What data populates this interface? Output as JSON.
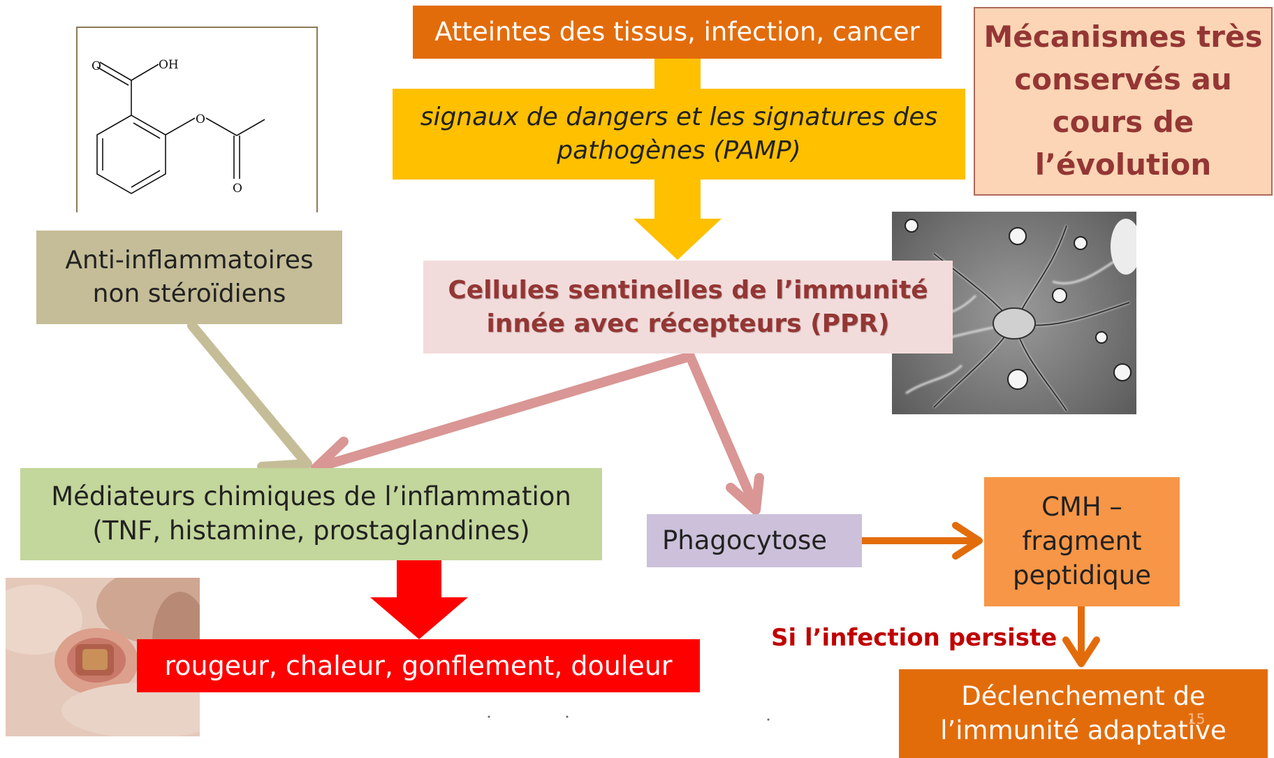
{
  "boxes": {
    "top_cause": "Atteintes des tissus, infection, cancer",
    "danger_line1": "signaux de dangers et les signatures des",
    "danger_line2": "pathogènes (PAMP)",
    "conserved_line1": "Mécanismes très",
    "conserved_line2": "conservés au",
    "conserved_line3": "cours de",
    "conserved_line4": "l’évolution",
    "ains_line1": "Anti-inflammatoires",
    "ains_line2": "non stéroïdiens",
    "sentinel_line1": "Cellules sentinelles de l’immunité",
    "sentinel_line2": "innée avec récepteurs (PPR)",
    "mediators_line1": "Médiateurs chimiques de l’inflammation",
    "mediators_line2": "(TNF, histamine, prostaglandines)",
    "symptoms": "rougeur, chaleur, gonflement, douleur",
    "phagocytosis": "Phagocytose",
    "cmh_line1": "CMH –",
    "cmh_line2": "fragment",
    "cmh_line3": "peptidique",
    "adaptive_line1": "Déclenchement de",
    "adaptive_line2": "l’immunité adaptative"
  },
  "labels": {
    "infection_persists": "Si l’infection persiste",
    "page_number": "15"
  },
  "molecule": {
    "atom_o_acid": "O",
    "atom_oh": "OH",
    "atom_o_ester": "O",
    "atom_o_carbonyl": "O"
  },
  "colors": {
    "orange_dark": "#e36c0a",
    "gold": "#ffc000",
    "peach": "#fbd5b5",
    "khaki": "#c4bd97",
    "pink": "#f2dcdb",
    "green": "#c3d69b",
    "red": "#ff0000",
    "lavender": "#ccc0da",
    "orange": "#f79646",
    "dark_red_text": "#943634",
    "pink_arrow": "#d99694",
    "khaki_arrow": "#c4bd97"
  }
}
